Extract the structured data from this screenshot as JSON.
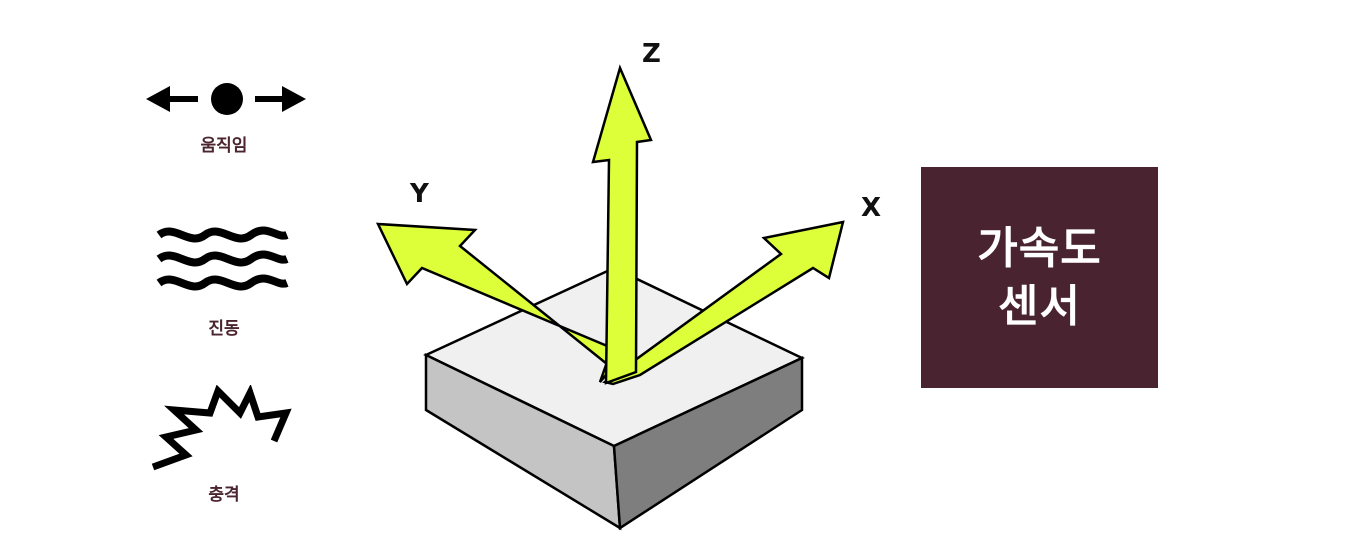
{
  "legend": {
    "motion_label": "움직임",
    "vibration_label": "진동",
    "shock_label": "충격"
  },
  "axes": {
    "x_label": "X",
    "y_label": "Y",
    "z_label": "Z"
  },
  "sensor": {
    "line1": "가속도",
    "line2": "센서"
  },
  "colors": {
    "arrow_fill": "#dcff3a",
    "sensor_bg": "#4a2330",
    "label_color": "#4a2530"
  }
}
